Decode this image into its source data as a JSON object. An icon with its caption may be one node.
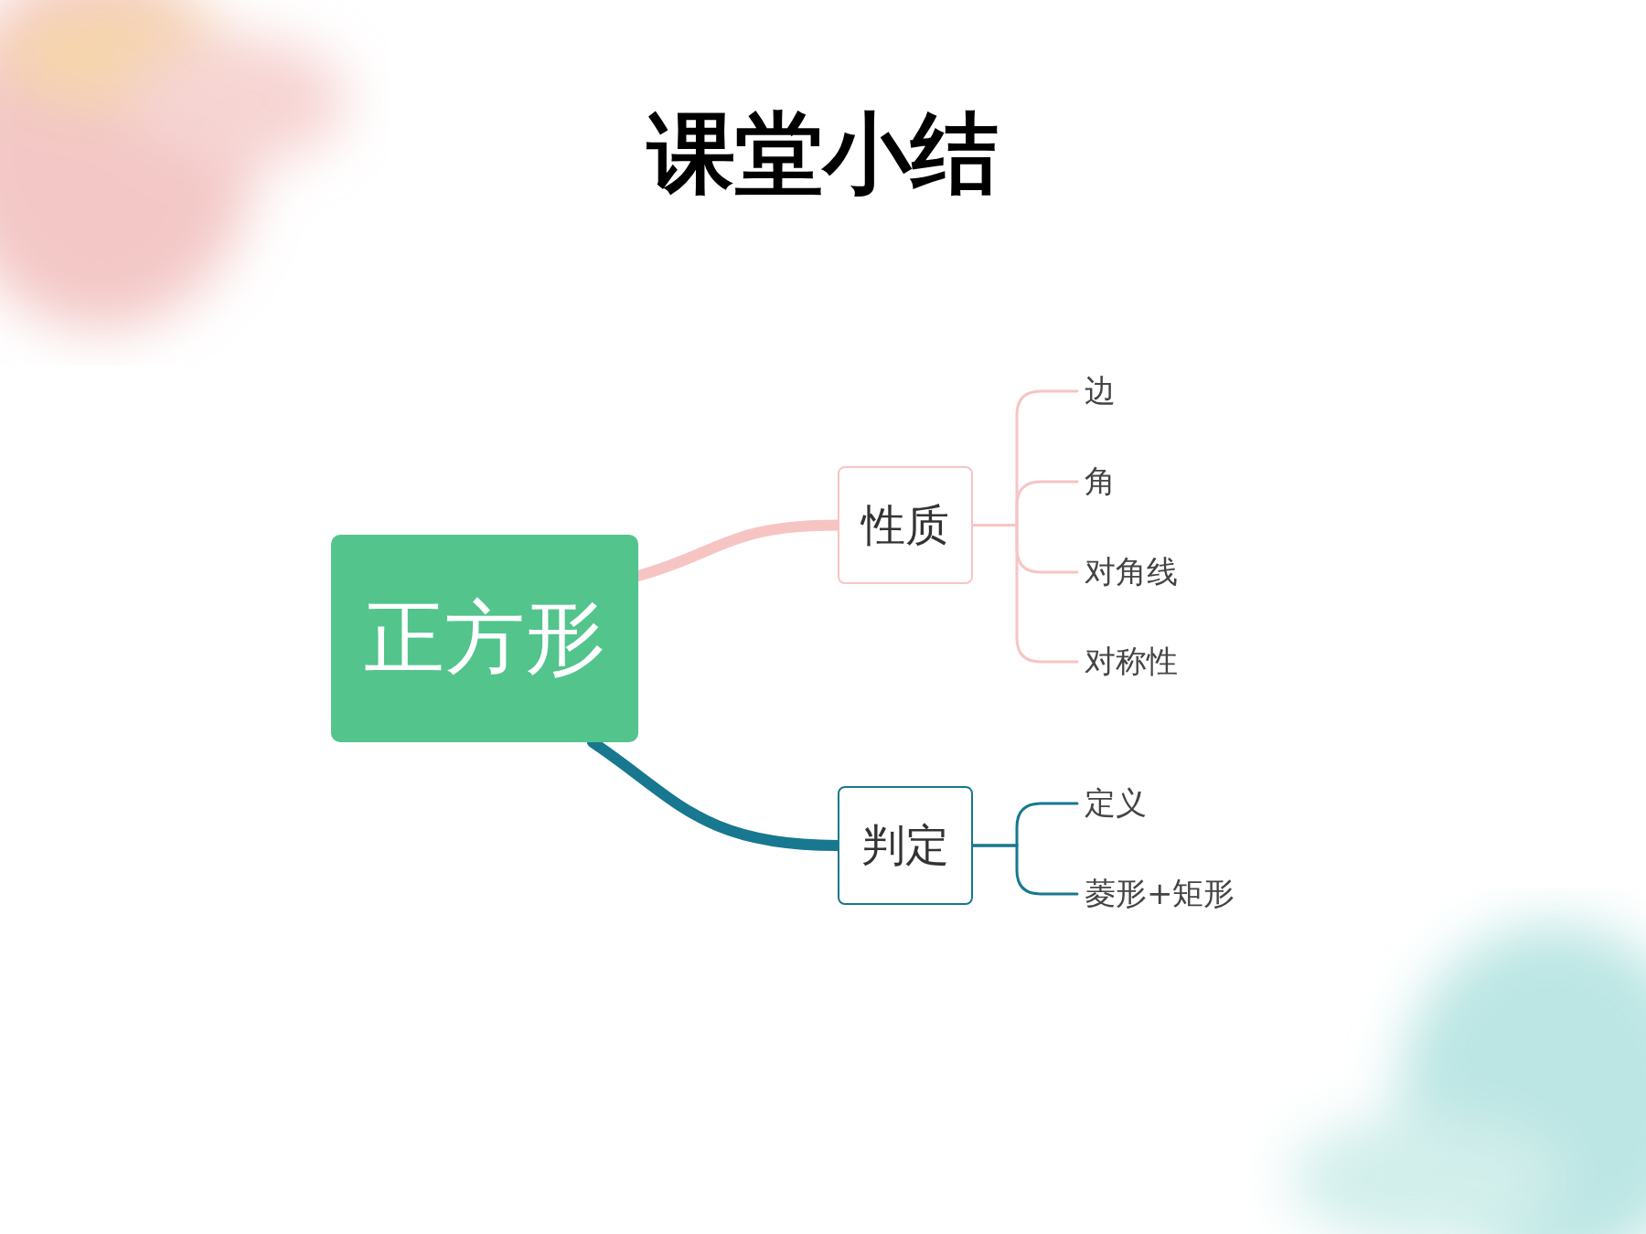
{
  "diagram": {
    "title": "课堂小结",
    "nodes": [
      {
        "text": [
          "正方形"
        ]
      },
      {
        "text": [
          "性质"
        ]
      },
      {
        "text": [
          "判定"
        ]
      },
      {
        "text": [
          "边"
        ]
      },
      {
        "text": [
          "角"
        ]
      },
      {
        "text": [
          "对角线"
        ]
      },
      {
        "text": [
          "对称性"
        ]
      },
      {
        "text": [
          "定义"
        ]
      },
      {
        "text": [
          "菱形+矩形"
        ]
      }
    ],
    "edges": [
      {
        "from": 0,
        "to": 1,
        "arrow": "none",
        "style": "thick"
      },
      {
        "from": 0,
        "to": 2,
        "arrow": "none",
        "style": "thick",
        "color": "#17788f"
      },
      {
        "from": 1,
        "to": 3,
        "arrow": "none"
      },
      {
        "from": 1,
        "to": 4,
        "arrow": "none"
      },
      {
        "from": 1,
        "to": 5,
        "arrow": "none"
      },
      {
        "from": 1,
        "to": 6,
        "arrow": "none"
      },
      {
        "from": 2,
        "to": 7,
        "arrow": "none",
        "color": "#17788f"
      },
      {
        "from": 2,
        "to": 8,
        "arrow": "none",
        "color": "#17788f"
      }
    ]
  }
}
